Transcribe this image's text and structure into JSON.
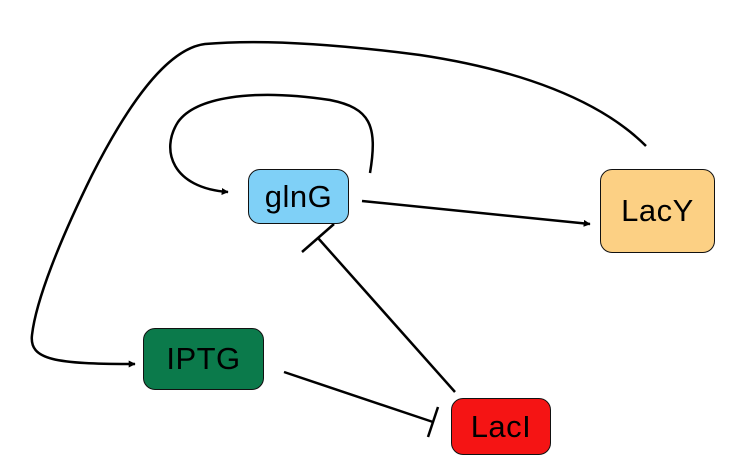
{
  "nodes": {
    "glng": {
      "label": "glnG",
      "color": "#7FD0F7"
    },
    "lacy": {
      "label": "LacY",
      "color": "#FCD084"
    },
    "iptg": {
      "label": "IPTG",
      "color": "#0B7A4B"
    },
    "laci": {
      "label": "LacI",
      "color": "#F51414"
    }
  },
  "edges": [
    {
      "from": "glnG",
      "to": "LacY",
      "type": "activation"
    },
    {
      "from": "glnG",
      "to": "glnG",
      "type": "activation"
    },
    {
      "from": "LacY",
      "to": "IPTG",
      "type": "activation"
    },
    {
      "from": "LacI",
      "to": "glnG",
      "type": "inhibition"
    },
    {
      "from": "IPTG",
      "to": "LacI",
      "type": "inhibition"
    }
  ],
  "colors": {
    "edge": "#000000",
    "node_border": "#111111"
  }
}
